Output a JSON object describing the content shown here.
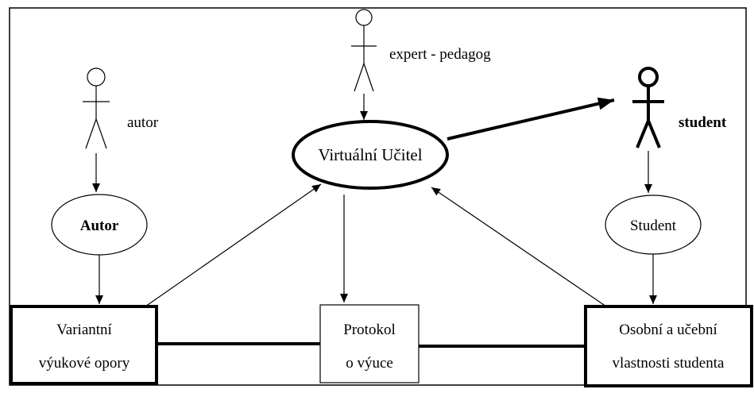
{
  "actors": {
    "autor": "autor",
    "expert": "expert - pedagog",
    "student": "student"
  },
  "nodes": {
    "virtual_teacher": "Virtuální Učitel",
    "autor": "Autor",
    "student": "Student"
  },
  "boxes": {
    "variants": [
      "Variantní",
      "výukové opory"
    ],
    "protocol": [
      "Protokol",
      "o výuce"
    ],
    "personal": [
      "Osobní a učební",
      "vlastnosti studenta"
    ]
  }
}
